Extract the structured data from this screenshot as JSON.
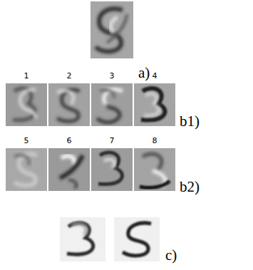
{
  "diagram": {
    "labels": [
      "a)",
      "1",
      "2",
      "3",
      "4",
      "b1)",
      "5",
      "6",
      "7",
      "8",
      "b2)",
      "c)"
    ]
  }
}
